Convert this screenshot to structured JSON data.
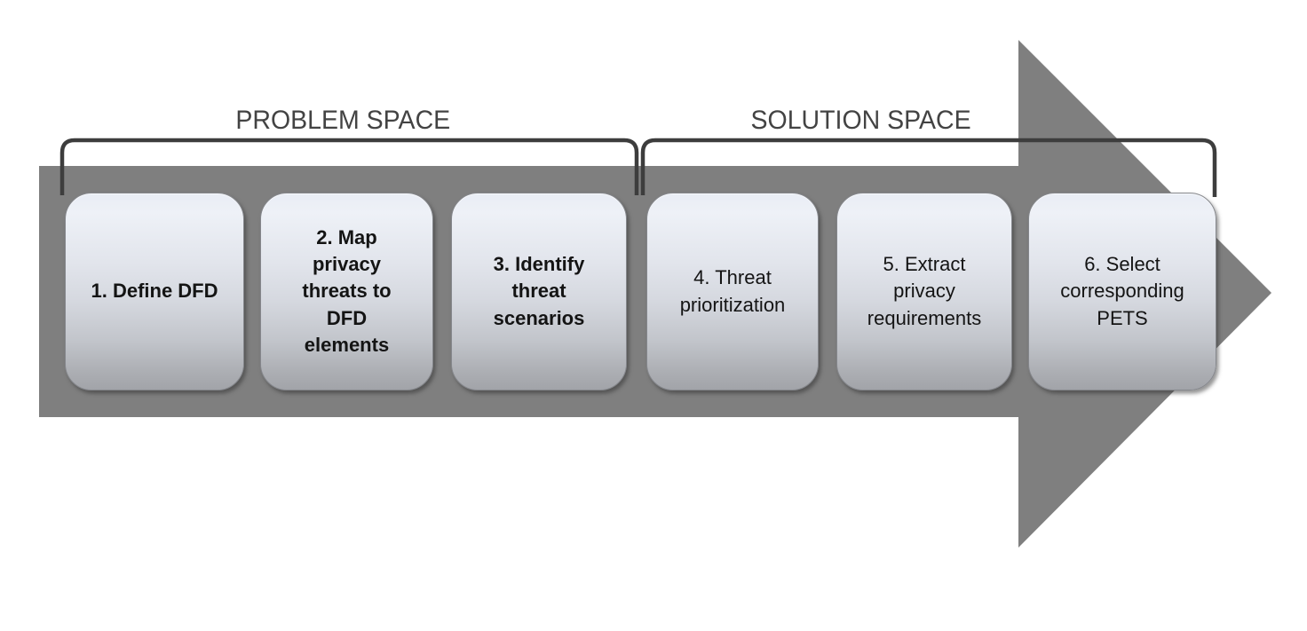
{
  "diagram": {
    "problem_space_label": "PROBLEM SPACE",
    "solution_space_label": "SOLUTION SPACE",
    "steps": [
      {
        "label": "1. Define DFD"
      },
      {
        "label": "2. Map privacy threats to DFD elements"
      },
      {
        "label": "3. Identify threat scenarios"
      },
      {
        "label": "4. Threat prioritization"
      },
      {
        "label": "5. Extract privacy requirements"
      },
      {
        "label": "6. Select corresponding PETS"
      }
    ],
    "colors": {
      "arrow": "#7f7f7f",
      "bracket": "#3d3d3d",
      "label_text": "#434343"
    }
  }
}
